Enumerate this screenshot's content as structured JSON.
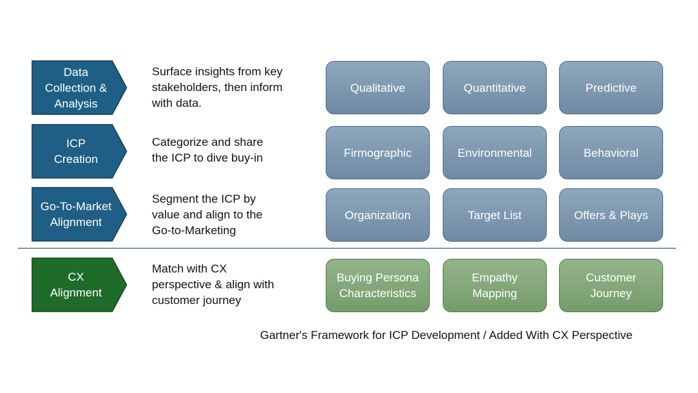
{
  "rows": [
    {
      "stage": "Data\nCollection &\nAnalysis",
      "description": "Surface insights from key\nstakeholders, then inform\nwith data.",
      "boxes": [
        "Qualitative",
        "Quantitative",
        "Predictive"
      ]
    },
    {
      "stage": "ICP\nCreation",
      "description": "Categorize and share\nthe ICP to dive buy-in",
      "boxes": [
        "Firmographic",
        "Environmental",
        "Behavioral"
      ]
    },
    {
      "stage": "Go-To-Market\nAlignment",
      "description": "Segment the ICP by\nvalue and align to the\nGo-to-Marketing",
      "boxes": [
        "Organization",
        "Target List",
        "Offers & Plays"
      ]
    },
    {
      "stage": "CX\nAlignment",
      "description": "Match with CX\nperspective & align with\ncustomer journey",
      "boxes": [
        "Buying Persona\nCharacteristics",
        "Empathy\nMapping",
        "Customer\nJourney"
      ]
    }
  ],
  "caption": "Gartner's Framework for ICP Development / Added With CX Perspective",
  "colors": {
    "chevron_blue": "#1f5f85",
    "chevron_green": "#1e6b2a",
    "box_blue": "#7891a9",
    "box_green": "#7fa473",
    "divider": "#1e4e6e"
  }
}
